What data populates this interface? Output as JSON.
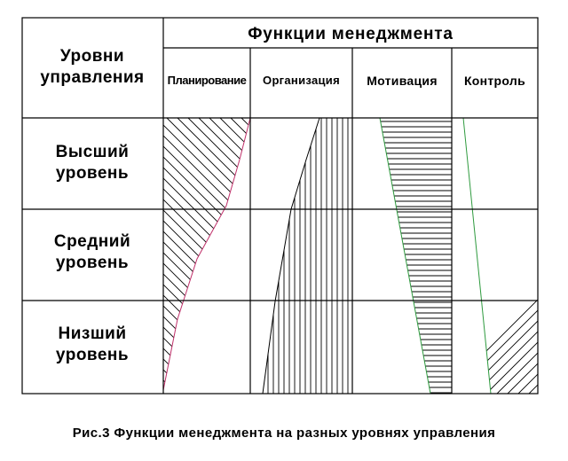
{
  "table": {
    "levels_header": [
      "Уровни",
      "управления"
    ],
    "functions_header": "Функции менеджмента",
    "functions": [
      "Планирование",
      "Организация",
      "Мотивация",
      "Контроль"
    ],
    "levels": [
      [
        "Высший",
        "уровень"
      ],
      [
        "Средний",
        "уровень"
      ],
      [
        "Низший",
        "уровень"
      ]
    ]
  },
  "caption": "Рис.3 Функции менеджмента на разных уровнях управления",
  "colors": {
    "lines": "#000000",
    "curve": "#c0306a",
    "green_line": "#2e9a3e"
  }
}
